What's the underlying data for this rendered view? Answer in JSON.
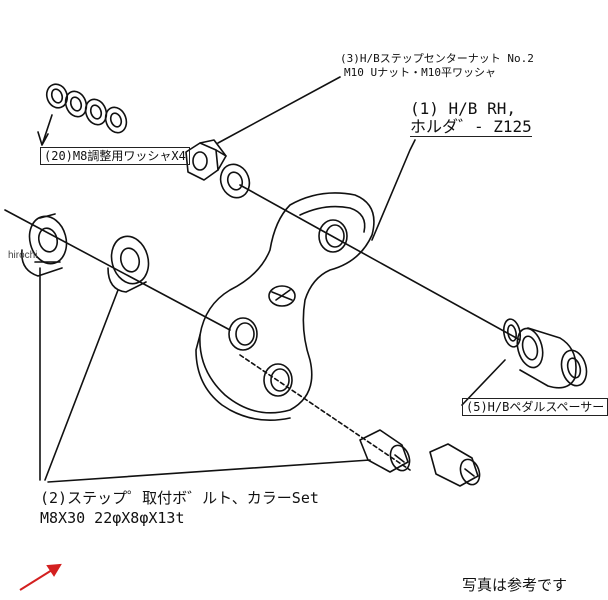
{
  "labels": {
    "p3_line1": "(3)H/Bステップセンターナット No.2",
    "p3_line2": "M10 Uナット・M10平ワッシャ",
    "p1_line1": "(1) H/B RH,",
    "p1_line2": "ホルダ゛- Z125",
    "p20": "(20)M8調整用ワッシャX4",
    "p5": "(5)H/Bペダルスペーサー",
    "p2_line1": "(2)ステップ゜取付ボ゛ルト、カラーSet",
    "p2_line2": "M8X30 22φX8φX13t"
  },
  "watermark": "hirochi",
  "disclaimer": "写真は参考です",
  "colors": {
    "line": "#111111",
    "arrow": "#d32020",
    "background": "#ffffff"
  }
}
